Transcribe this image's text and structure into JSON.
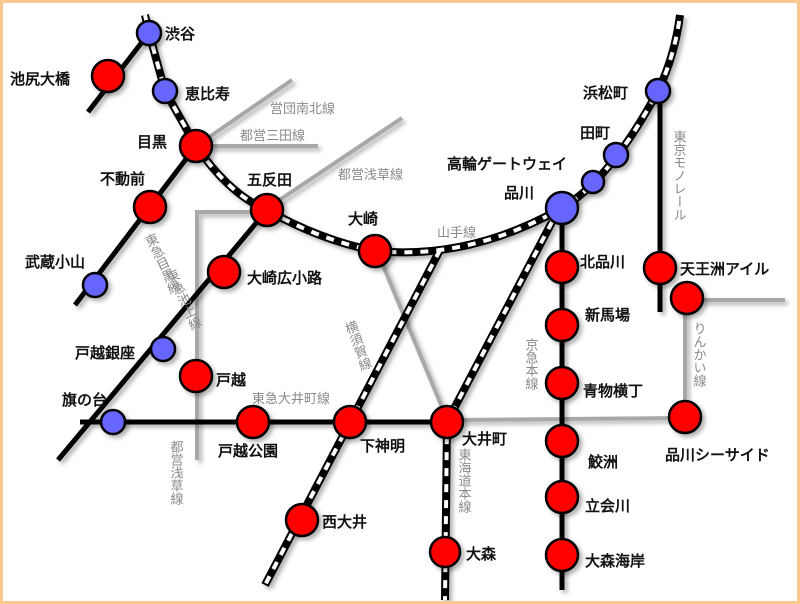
{
  "colors": {
    "frame": "#fbc890",
    "transfer_station": "#6666ff",
    "station": "#ff0000",
    "rail": "#000000",
    "subway_line": "#a8a8a8"
  },
  "stations": {
    "shibuya": "渋谷",
    "ikejiri_ohashi": "池尻大橋",
    "ebisu": "恵比寿",
    "meguro": "目黒",
    "fudomae": "不動前",
    "musashi_koyama": "武蔵小山",
    "gotanda": "五反田",
    "osaki": "大崎",
    "osaki_hirokoji": "大崎広小路",
    "togoshi_ginza": "戸越銀座",
    "togoshi": "戸越",
    "hatanodai": "旗の台",
    "togoshi_koen": "戸越公園",
    "shimoshinmei": "下神明",
    "oimachi": "大井町",
    "nishi_oi": "西大井",
    "omori": "大森",
    "shinagawa": "品川",
    "takanawa_gateway": "高輪ゲートウェイ",
    "tamachi": "田町",
    "hamamatsucho": "浜松町",
    "kita_shinagawa": "北品川",
    "shinbanba": "新馬場",
    "aomono_yokocho": "青物横丁",
    "samezu": "鮫洲",
    "tachiaigawa": "立会川",
    "omori_kaigan": "大森海岸",
    "tennozu_isle": "天王洲アイル",
    "shinagawa_seaside": "品川シーサイド"
  },
  "lines": {
    "nanboku": "営団南北線",
    "mita": "都営三田線",
    "asakusa": "都営浅草線",
    "yamanote": "山手線",
    "meguro": "東急目黒線",
    "ikegami": "東急池上線",
    "yokosuka": "横須賀線",
    "oimachi": "東急大井町線",
    "asakusa_v": "都営浅草線",
    "keikyu": "京急本線",
    "tokaido": "東海道本線",
    "monorail": "東京モノレール",
    "rinkai": "りんかい線"
  }
}
